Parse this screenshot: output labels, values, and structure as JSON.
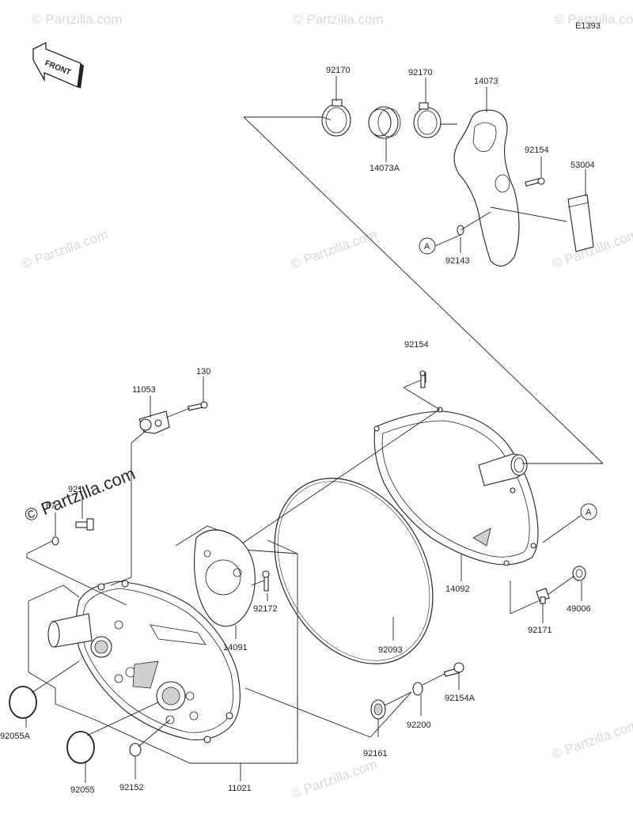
{
  "diagram_code": "E1393",
  "front_label": "FRONT",
  "watermark": "© Partzilla.com",
  "callouts": {
    "ref_a": "A",
    "ref_a2": "A"
  },
  "parts": [
    {
      "id": "p92170a",
      "number": "92170"
    },
    {
      "id": "p92170b",
      "number": "92170"
    },
    {
      "id": "p14073",
      "number": "14073"
    },
    {
      "id": "p14073a",
      "number": "14073A"
    },
    {
      "id": "p92154a_top",
      "number": "92154"
    },
    {
      "id": "p53004",
      "number": "53004"
    },
    {
      "id": "p92143",
      "number": "92143"
    },
    {
      "id": "p92154b",
      "number": "92154"
    },
    {
      "id": "p130",
      "number": "130"
    },
    {
      "id": "p11053",
      "number": "11053"
    },
    {
      "id": "p921x",
      "number": "921"
    },
    {
      "id": "p67x",
      "number": "67"
    },
    {
      "id": "p14092",
      "number": "14092"
    },
    {
      "id": "p49006",
      "number": "49006"
    },
    {
      "id": "p92171",
      "number": "92171"
    },
    {
      "id": "p92172",
      "number": "92172"
    },
    {
      "id": "p14091",
      "number": "14091"
    },
    {
      "id": "p92093",
      "number": "92093"
    },
    {
      "id": "p92154A",
      "number": "92154A"
    },
    {
      "id": "p92200",
      "number": "92200"
    },
    {
      "id": "p92055A",
      "number": "92055A"
    },
    {
      "id": "p92161",
      "number": "92161"
    },
    {
      "id": "p92055",
      "number": "92055"
    },
    {
      "id": "p92152",
      "number": "92152"
    },
    {
      "id": "p11021",
      "number": "11021"
    }
  ]
}
